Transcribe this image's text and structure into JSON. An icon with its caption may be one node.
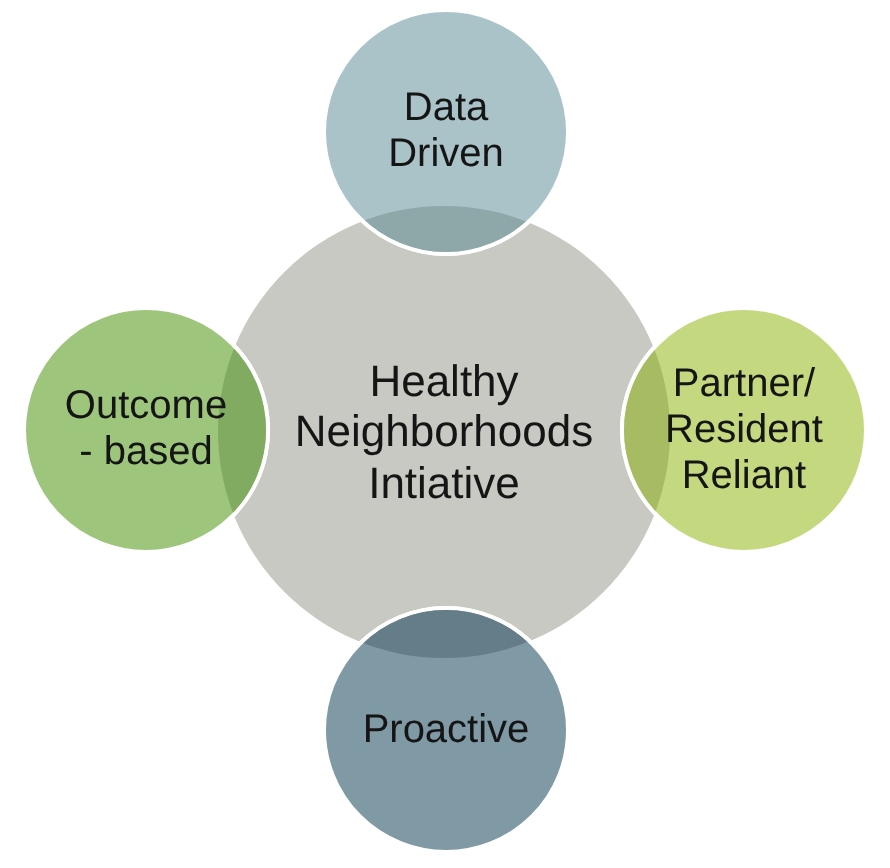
{
  "diagram": {
    "nodes": [
      {
        "text": [
          "Data Driven"
        ]
      },
      {
        "text": [
          "Outcome - based"
        ]
      },
      {
        "text": [
          "Healthy Neighborhoods Intiative"
        ]
      },
      {
        "text": [
          "Partner/ Resident Reliant"
        ]
      },
      {
        "text": [
          "Proactive"
        ]
      }
    ]
  }
}
